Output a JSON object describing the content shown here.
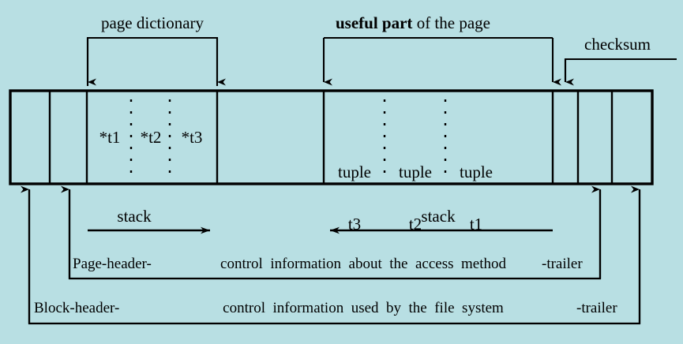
{
  "diagram": {
    "title": "Page structure diagram",
    "background_color": "#b8dfe3",
    "line_color": "#000000"
  },
  "annotations": {
    "page_dictionary": "page dictionary",
    "useful_part_bold": "useful part",
    "useful_part_rest": " of the page",
    "checksum": "checksum"
  },
  "page_layout": {
    "dictionary_entries": [
      "*t1",
      "*t2",
      "*t3"
    ],
    "tuples": [
      {
        "line1": "tuple",
        "line2": "t3"
      },
      {
        "line1": "tuple",
        "line2": "t2"
      },
      {
        "line1": "tuple",
        "line2": "t1"
      }
    ]
  },
  "stacks": {
    "left_label": "stack",
    "right_label": "stack",
    "left_direction": "right",
    "right_direction": "left"
  },
  "bands": {
    "page": {
      "header": "Page-header-",
      "description": "control  information  about  the  access  method",
      "trailer": "-trailer"
    },
    "block": {
      "header": "Block-header-",
      "description": "control  information  used  by  the  file  system",
      "trailer": "-trailer"
    }
  }
}
